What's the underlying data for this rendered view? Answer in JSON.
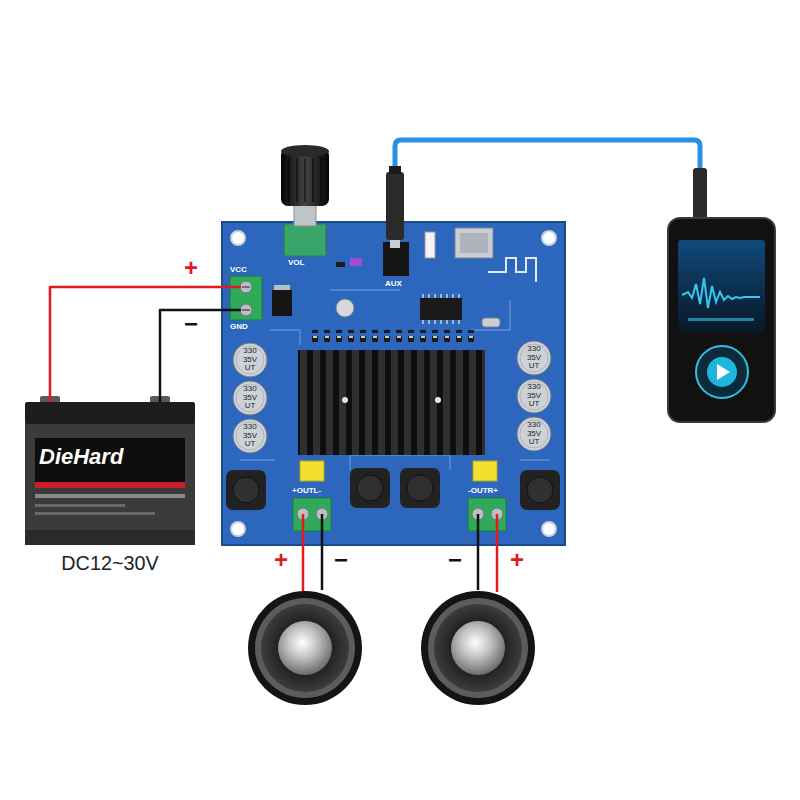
{
  "diagram": {
    "nodes": [
      {
        "text": [
          "DieHard",
          "DC12~30V"
        ]
      },
      {
        "text": [
          "VCC",
          "GND",
          "VOL",
          "AUX",
          "+OUTL-",
          "-OUTR+"
        ]
      },
      {
        "text": [
          "330 35V UT"
        ],
        "in": 1
      },
      {
        "text": [
          "330 35V UT"
        ],
        "in": 1
      },
      {
        "text": [
          "330 35V UT"
        ],
        "in": 1
      },
      {
        "text": [
          "330 35V UT"
        ],
        "in": 1
      },
      {
        "text": [
          "330 35V UT"
        ],
        "in": 1
      },
      {
        "text": [
          "330 35V UT"
        ],
        "in": 1
      }
    ],
    "edges": [
      {
        "from": 0,
        "to": 1,
        "arrow": "none",
        "label": "+"
      },
      {
        "from": 0,
        "to": 1,
        "arrow": "none",
        "label": "−"
      }
    ],
    "labels": [
      "+",
      "−",
      "−",
      "+"
    ]
  }
}
